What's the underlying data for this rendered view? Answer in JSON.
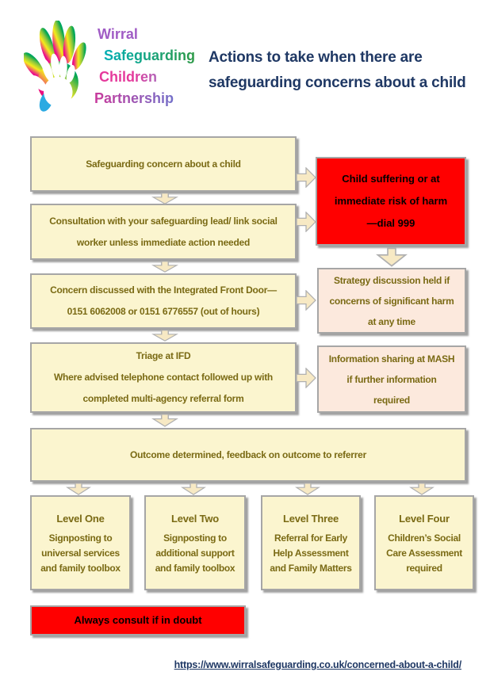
{
  "logo": {
    "line1": "Wirral",
    "line2": "Safeguarding",
    "line3": "Children",
    "line4": "Partnership"
  },
  "header": {
    "title": "Actions to take when there are\nsafeguarding concerns about a child"
  },
  "flow": {
    "concern": "Safeguarding concern about a child",
    "dial999": "Child suffering or at\nimmediate risk of harm\n—dial 999",
    "consultation": "Consultation with your safeguarding lead/ link social\nworker unless immediate action needed",
    "front_door": "Concern discussed with the Integrated Front Door—\n0151 6062008 or 0151 6776557 (out of hours)",
    "strategy": "Strategy discussion held if\nconcerns of significant harm\nat any time",
    "triage": "Triage at IFD\nWhere advised telephone contact followed up with\ncompleted multi-agency referral form",
    "mash": "Information sharing at MASH\nif further information\nrequired",
    "outcome": "Outcome determined, feedback on outcome to referrer",
    "levels": [
      {
        "title": "Level One",
        "body": "Signposting to\nuniversal services\nand family toolbox"
      },
      {
        "title": "Level Two",
        "body": "Signposting to\nadditional support\nand family toolbox"
      },
      {
        "title": "Level Three",
        "body": "Referral for Early\nHelp Assessment\nand Family Matters"
      },
      {
        "title": "Level Four",
        "body": "Children’s Social\nCare Assessment\nrequired"
      }
    ],
    "always": "Always consult if in doubt"
  },
  "footer": {
    "url": "https://www.wirralsafeguarding.co.uk/concerned-about-a-child/"
  },
  "colors": {
    "accent_red": "#FF0000",
    "box_cream": "#FBF5CF",
    "box_peach": "#FCE9DD",
    "text_gold": "#7A6A14",
    "title_navy": "#1F3864",
    "border_gray": "#A6A6A6",
    "arrow_fill": "#F7E9C4"
  }
}
